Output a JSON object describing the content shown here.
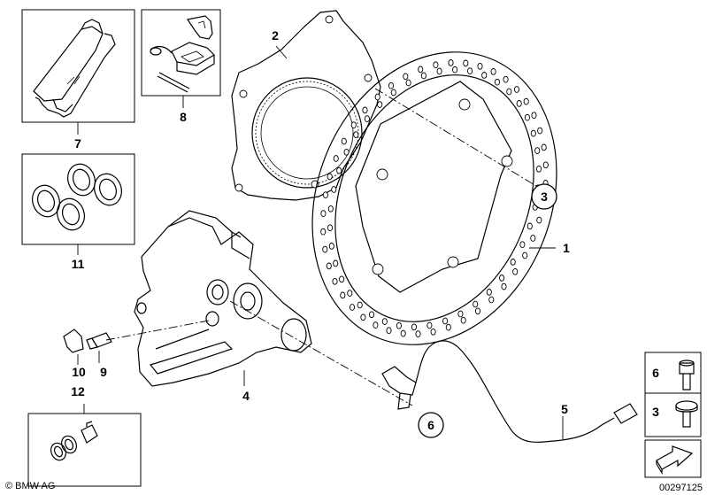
{
  "callouts": {
    "c1": "1",
    "c2": "2",
    "c3": "3",
    "c4": "4",
    "c5": "5",
    "c6": "6",
    "c7": "7",
    "c8": "8",
    "c9": "9",
    "c10": "10",
    "c11": "11",
    "c12": "12"
  },
  "legend": {
    "top_number": "6",
    "bottom_number": "3"
  },
  "footer": {
    "brand": "© BMW AG",
    "diagram_number": "00297125"
  }
}
